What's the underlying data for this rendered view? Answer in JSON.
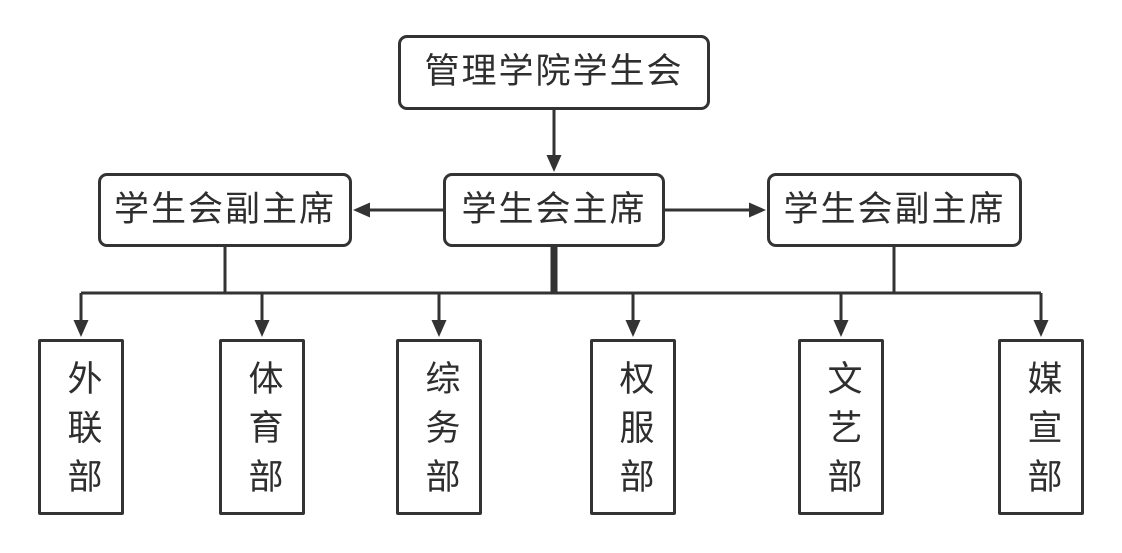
{
  "diagram": {
    "type": "org-chart",
    "root": {
      "label": "管理学院学生会"
    },
    "president": {
      "label": "学生会主席"
    },
    "vice_presidents": [
      {
        "label": "学生会副主席"
      },
      {
        "label": "学生会副主席"
      }
    ],
    "departments": [
      {
        "label": "外联部"
      },
      {
        "label": "体育部"
      },
      {
        "label": "综务部"
      },
      {
        "label": "权服部"
      },
      {
        "label": "文艺部"
      },
      {
        "label": "媒宣部"
      }
    ],
    "edges": [
      "root -> president (arrow down)",
      "president -> vice_president_left (arrow left)",
      "president -> vice_president_right (arrow right)",
      "president & vice_presidents -> bus -> each department (arrow down)"
    ]
  },
  "colors": {
    "line": "#333333",
    "background": "#ffffff",
    "text": "#2e2e2e"
  }
}
